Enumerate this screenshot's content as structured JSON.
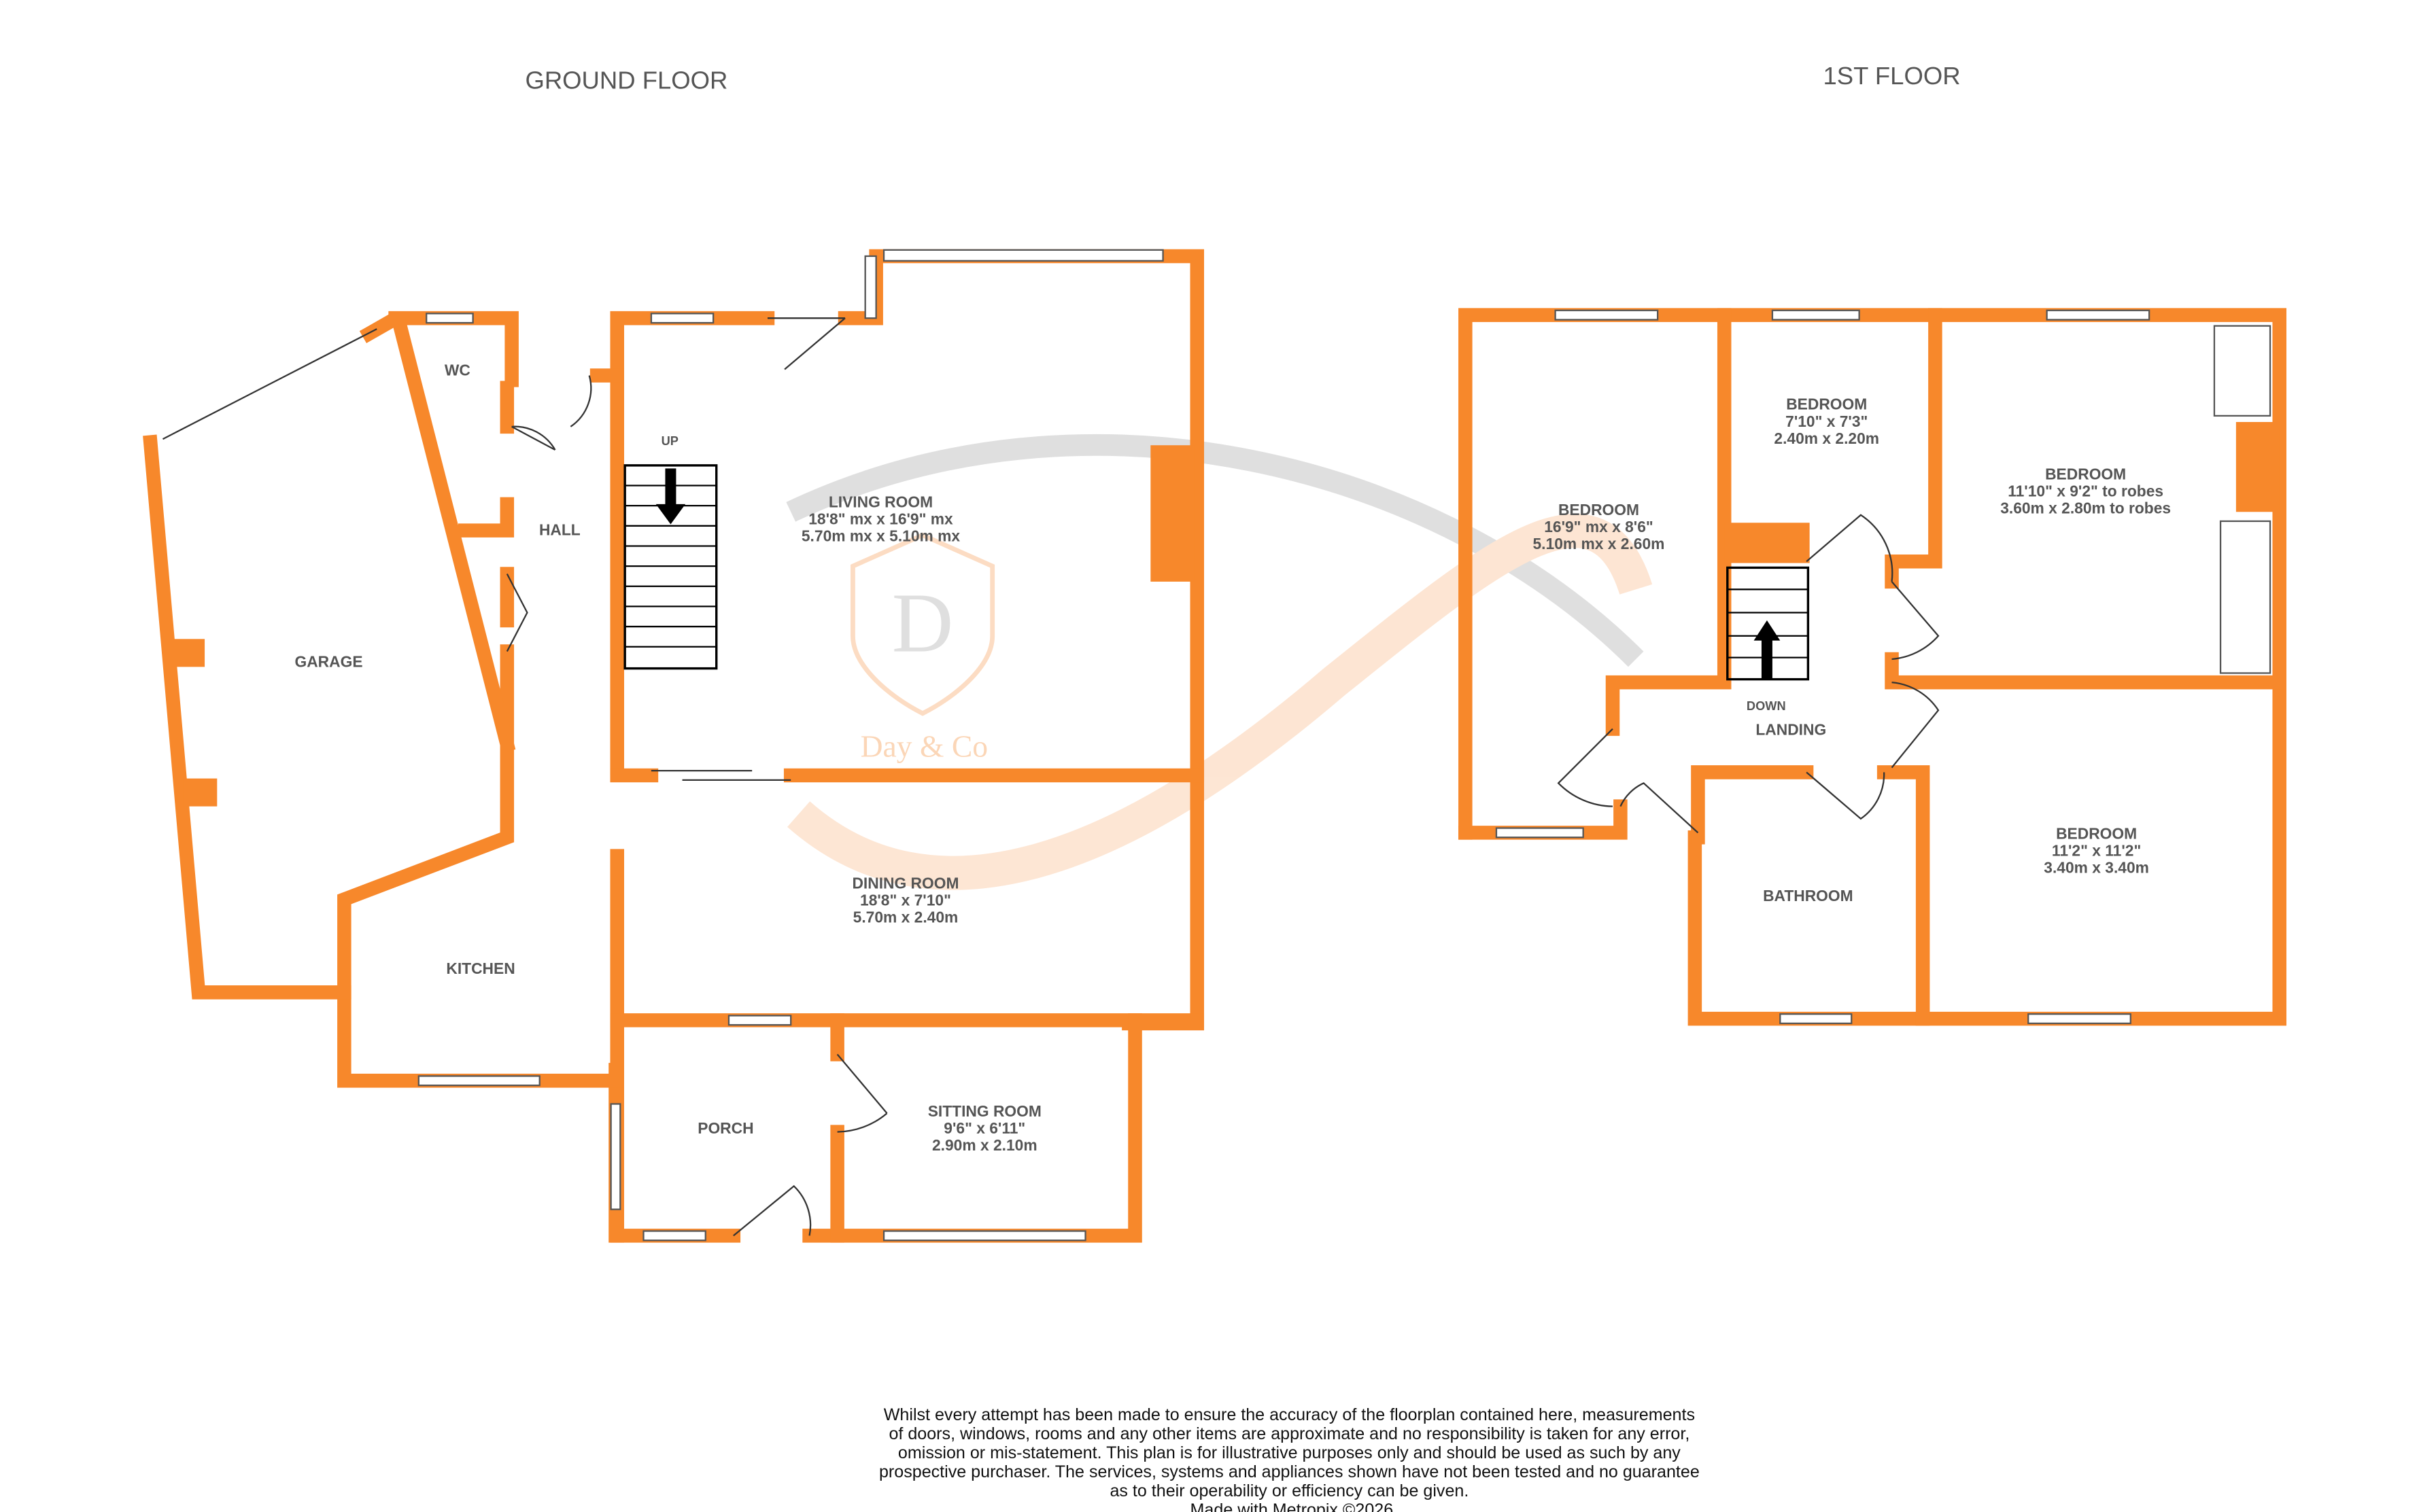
{
  "colors": {
    "wall": "#f7882b",
    "text": "#555555",
    "watermark_grey": "#d9d9d9",
    "watermark_orange": "#fde3cf"
  },
  "floors": [
    {
      "title": "GROUND FLOOR",
      "rooms": [
        {
          "name": "LIVING ROOM",
          "dims": [
            "18'8\" mx x 16'9\" mx",
            "5.70m mx x 5.10m mx"
          ]
        },
        {
          "name": "DINING ROOM",
          "dims": [
            "18'8\"  x 7'10\"",
            "5.70m  x 2.40m"
          ]
        },
        {
          "name": "SITTING ROOM",
          "dims": [
            "9'6\"  x 6'11\"",
            "2.90m  x 2.10m"
          ]
        },
        {
          "name": "PORCH",
          "dims": []
        },
        {
          "name": "KITCHEN",
          "dims": []
        },
        {
          "name": "GARAGE",
          "dims": []
        },
        {
          "name": "HALL",
          "dims": []
        },
        {
          "name": "WC",
          "dims": []
        }
      ],
      "stairs_label": "UP"
    },
    {
      "title": "1ST FLOOR",
      "rooms": [
        {
          "name": "BEDROOM",
          "dims": [
            "16'9\" mx x 8'6\"",
            "5.10m mx x 2.60m"
          ]
        },
        {
          "name": "BEDROOM",
          "dims": [
            "7'10\"  x 7'3\"",
            "2.40m  x 2.20m"
          ]
        },
        {
          "name": "BEDROOM",
          "dims": [
            "11'10\"  x 9'2\" to robes",
            "3.60m  x 2.80m to robes"
          ]
        },
        {
          "name": "BEDROOM",
          "dims": [
            "11'2\"  x 11'2\"",
            "3.40m  x 3.40m"
          ]
        },
        {
          "name": "BATHROOM",
          "dims": []
        },
        {
          "name": "LANDING",
          "dims": []
        }
      ],
      "stairs_label": "DOWN"
    }
  ],
  "watermark": {
    "logo_letter": "D",
    "brand": "Day & Co"
  },
  "disclaimer": [
    "Whilst every attempt has been made to ensure the accuracy of the floorplan contained here, measurements",
    "of doors, windows, rooms and any other items are approximate and no responsibility is taken for any error,",
    "omission or mis-statement. This plan is for illustrative purposes only and should be used as such by any",
    "prospective purchaser. The services, systems and appliances shown have not been tested and no guarantee",
    "as to their operability or efficiency can be given.",
    "Made with Metropix ©2026"
  ]
}
